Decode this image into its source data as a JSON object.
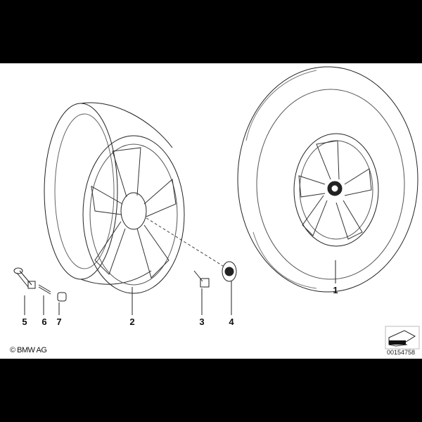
{
  "labels": {
    "p1": "1",
    "p2": "2",
    "p3": "3",
    "p4": "4",
    "p5": "5",
    "p6": "6",
    "p7": "7"
  },
  "copyright": "© BMW AG",
  "document_number": "00154758",
  "icons": {
    "nav": "arrow-down-left-icon"
  }
}
